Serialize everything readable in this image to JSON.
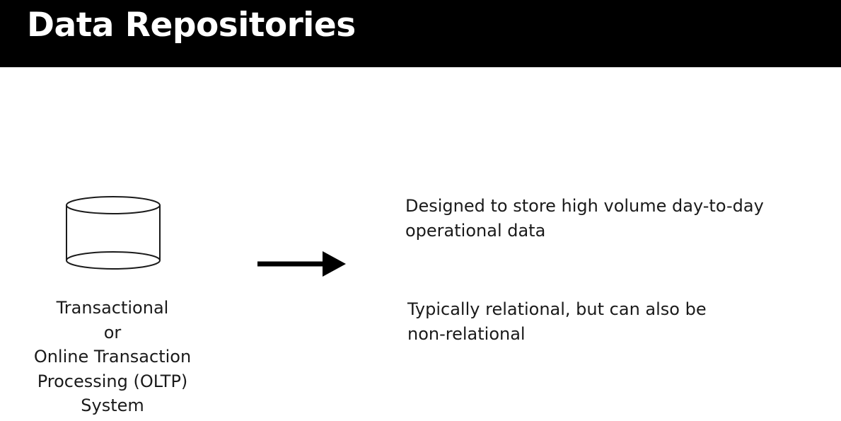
{
  "slide": {
    "title": "Data Repositories"
  },
  "diagram": {
    "source": {
      "icon": "database-cylinder-icon",
      "label_lines": [
        "Transactional",
        "or",
        "Online Transaction",
        "Processing (OLTP)",
        "System"
      ]
    },
    "connector": {
      "icon": "right-arrow-icon"
    },
    "descriptions": [
      {
        "lines": [
          "Designed to store high volume day-to-day",
          "operational data"
        ]
      },
      {
        "lines": [
          "Typically relational, but can also be",
          "non-relational"
        ]
      }
    ]
  },
  "colors": {
    "title_bar": "#000000",
    "title_text": "#ffffff",
    "body_text": "#1a1a1a",
    "background": "#ffffff"
  }
}
